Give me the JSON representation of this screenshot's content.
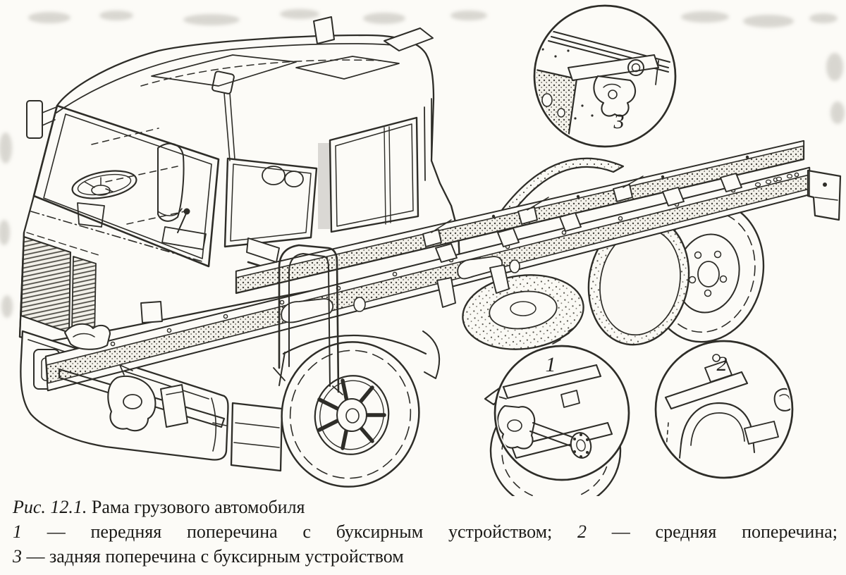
{
  "figure": {
    "caption": {
      "fig_label": "Рис. 12.1.",
      "title": "Рама грузового автомобиля"
    },
    "legend": {
      "item1_num": "1",
      "item1_text": "— передняя поперечина с буксирным устройством;",
      "item2_num": "2",
      "item2_text": "— средняя поперечина;",
      "item3_num": "3",
      "item3_text": "— задняя поперечина с буксирным устройством"
    },
    "insets": {
      "front_crossmember": {
        "label": "1"
      },
      "middle_crossmember": {
        "label": "2"
      },
      "rear_crossmember": {
        "label": "3"
      }
    }
  },
  "colors": {
    "paper": "#fcfbf7",
    "ink": "#2e2d28"
  }
}
